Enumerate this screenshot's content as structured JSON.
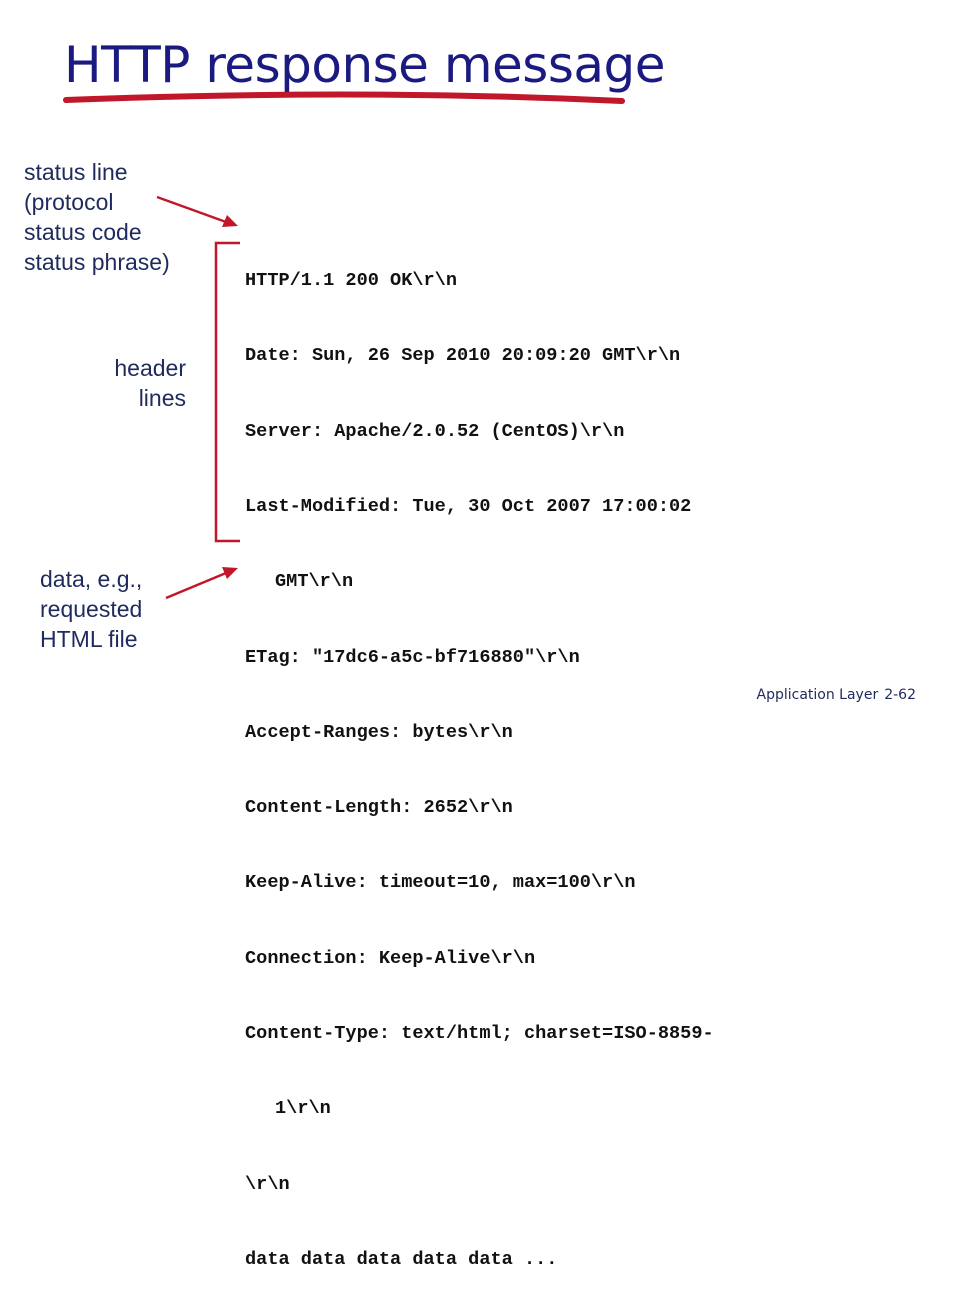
{
  "title": "HTTP response message",
  "labels": {
    "status_line": [
      "status line",
      "(protocol",
      "status code",
      "status phrase)"
    ],
    "header_lines": [
      "header",
      "lines"
    ],
    "data": [
      "data, e.g.,",
      "requested",
      "HTML file"
    ]
  },
  "message_lines": [
    "HTTP/1.1 200 OK\\r\\n",
    "Date: Sun, 26 Sep 2010 20:09:20 GMT\\r\\n",
    "Server: Apache/2.0.52 (CentOS)\\r\\n",
    "Last-Modified: Tue, 30 Oct 2007 17:00:02",
    "GMT\\r\\n",
    "ETag: \"17dc6-a5c-bf716880\"\\r\\n",
    "Accept-Ranges: bytes\\r\\n",
    "Content-Length: 2652\\r\\n",
    "Keep-Alive: timeout=10, max=100\\r\\n",
    "Connection: Keep-Alive\\r\\n",
    "Content-Type: text/html; charset=ISO-8859-",
    "1\\r\\n",
    "\\r\\n",
    "data data data data data ..."
  ],
  "footer": {
    "section": "Application Layer",
    "page": "2-62"
  },
  "colors": {
    "title": "#1a1a80",
    "annotation": "#c0182a",
    "label_text": "#1f2a5e"
  }
}
